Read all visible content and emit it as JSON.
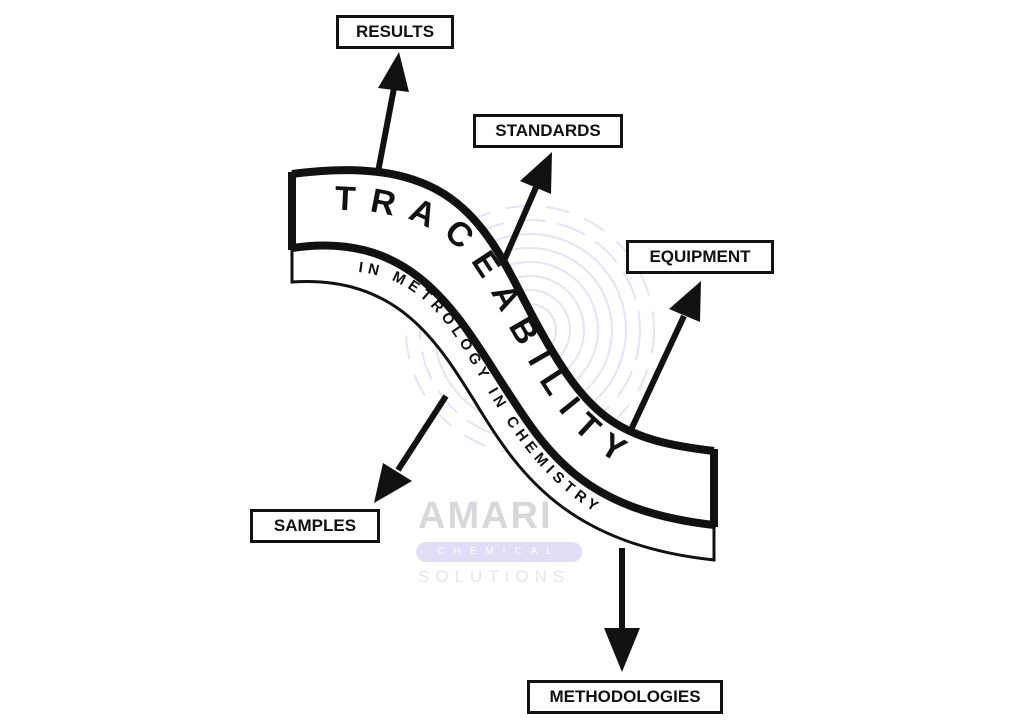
{
  "diagram": {
    "center_label": "TRACEABILITY",
    "sub_label": "IN METROLOGY IN CHEMISTRY",
    "nodes": {
      "results": "RESULTS",
      "standards": "STANDARDS",
      "equipment": "EQUIPMENT",
      "samples": "SAMPLES",
      "methodologies": "METHODOLOGIES"
    }
  },
  "watermark": {
    "brand": "AMARI",
    "tagline": "CHEMICAL",
    "subtitle": "SOLUTIONS"
  },
  "colors": {
    "ink": "#111111",
    "watermark": "#ddd6f4"
  }
}
